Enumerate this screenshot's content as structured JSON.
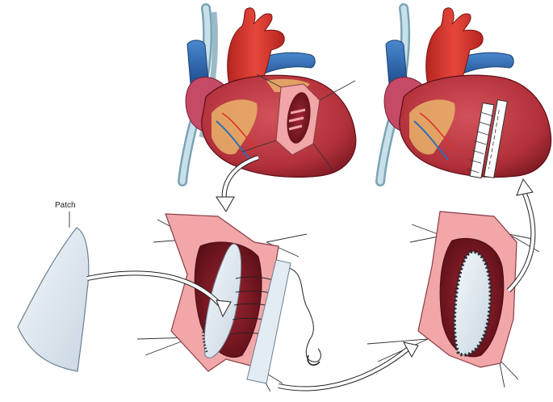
{
  "labels": {
    "patch": "Patch"
  },
  "colors": {
    "myocardium": "#b2303a",
    "myocardium_dark": "#7c1a24",
    "aorta": "#d8312b",
    "vena_cava": "#2f6db3",
    "fat": "#e9b46a",
    "pericardium_pink": "#f1a6a8",
    "cavity": "#7a1620",
    "patch_fill": "#e7eef5",
    "cannula": "#9fc1cf"
  },
  "panels": [
    {
      "id": "heart-with-opening",
      "description_visible": false
    },
    {
      "id": "heart-with-repaired-patch",
      "description_visible": false
    },
    {
      "id": "ventricular-opening-stay-sutures",
      "description_visible": false
    },
    {
      "id": "patch-sewn-in-place",
      "description_visible": false
    }
  ]
}
